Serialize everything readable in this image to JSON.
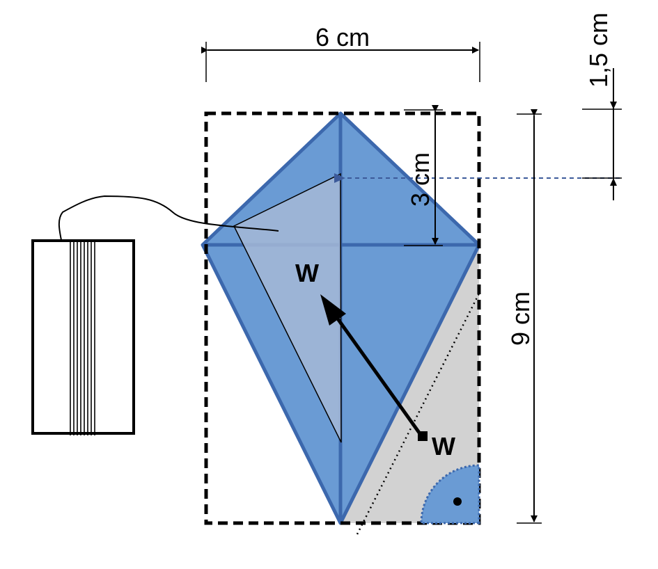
{
  "labels": {
    "width": "6 cm",
    "height": "9 cm",
    "fold_depth": "3 cm",
    "offset": "1,5 cm",
    "w_top": "W",
    "w_bottom": "W"
  },
  "colors": {
    "kite_fill": "#6a9bd4",
    "kite_stroke": "#3c68ad",
    "flap_fill": "#a4b9d6",
    "grey_fill": "#d2d2d2",
    "dashed_arrow": "#3c5a9a"
  }
}
